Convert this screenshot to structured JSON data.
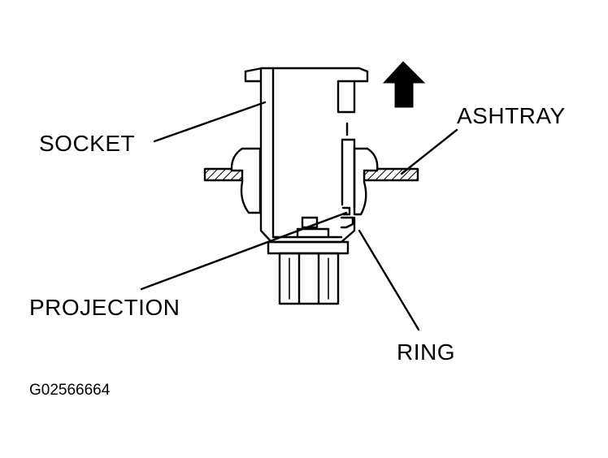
{
  "labels": {
    "socket": "SOCKET",
    "ashtray": "ASHTRAY",
    "projection": "PROJECTION",
    "ring": "RING"
  },
  "figure_code": "G02566664",
  "icons": {
    "arrow": "up-arrow-icon"
  },
  "colors": {
    "line": "#000000",
    "background": "#ffffff"
  }
}
